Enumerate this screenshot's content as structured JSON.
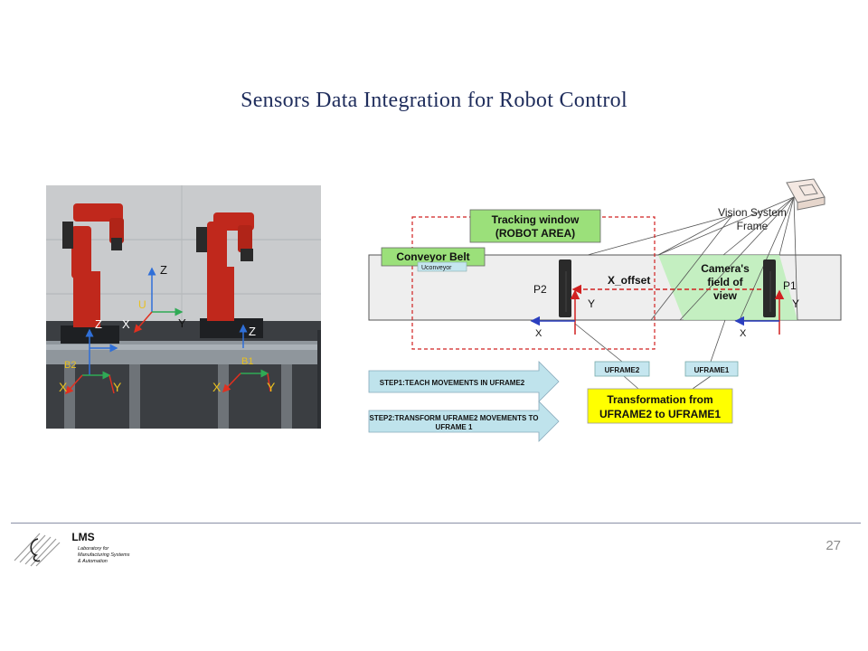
{
  "slide": {
    "title": "Sensors Data Integration for Robot Control",
    "page_number": "27"
  },
  "photo": {
    "left_robot": {
      "z": "Z",
      "x": "X",
      "y": "Y",
      "u": "U",
      "base_label": "B2",
      "base_x": "X",
      "base_y": "Y"
    },
    "right_robot": {
      "z": "Z",
      "base_label": "B1",
      "base_x": "X",
      "base_y": "Y"
    },
    "world": {
      "z": "Z",
      "y": "Y",
      "u": "U"
    },
    "colors": {
      "robot": "#c0281c",
      "axis_blue": "#2f6fd8",
      "axis_red": "#e03020",
      "axis_green": "#2faa55",
      "base_label": "#e8c020"
    }
  },
  "diagram": {
    "tracking_window": {
      "line1": "Tracking window",
      "line2": "(ROBOT AREA)"
    },
    "conveyor": {
      "label": "Conveyor Belt",
      "sublabel": "Uconveyor"
    },
    "vision": {
      "line1": "Vision System",
      "line2": "Frame"
    },
    "camera": {
      "line1": "Camera's",
      "line2": "field of",
      "line3": "view"
    },
    "x_offset": "X_offset",
    "p2": {
      "label": "P2",
      "x": "X",
      "y": "Y"
    },
    "p1": {
      "label": "P1",
      "x": "X",
      "y": "Y"
    },
    "uframe2": "UFRAME2",
    "uframe1": "UFRAME1",
    "step1": "STEP1:TEACH MOVEMENTS IN UFRAME2",
    "step2": {
      "line1": "STEP2:TRANSFORM UFRAME2 MOVEMENTS TO",
      "line2": "UFRAME 1"
    },
    "transform": {
      "line1": "Transformation from",
      "line2": "UFRAME2 to UFRAME1"
    },
    "colors": {
      "green_label": "#9be07a",
      "yellow_box": "#ffff00",
      "step_arrow": "#bfe3ec",
      "uframe_box": "#c5e6ef",
      "dashed_red": "#d12020",
      "fov_green": "#b9efb5"
    }
  },
  "logo": {
    "name": "LMS",
    "line1": "Laboratory for",
    "line2": "Manufacturing Systems",
    "line3": "& Automation"
  }
}
